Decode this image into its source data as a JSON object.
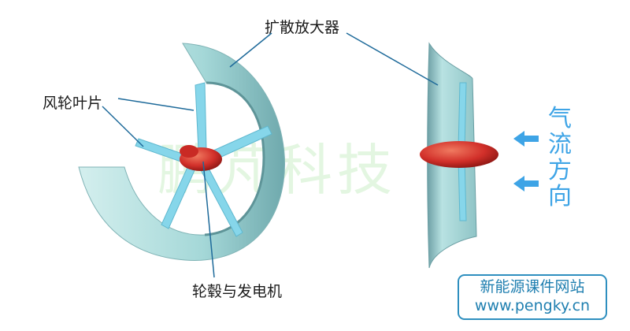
{
  "labels": {
    "diffuser": "扩散放大器",
    "blades": "风轮叶片",
    "hub_generator": "轮毂与发电机",
    "airflow_direction": [
      "气",
      "流",
      "方",
      "向"
    ]
  },
  "watermark": "鹏芃科技",
  "logo": {
    "line1": "新能源课件网站",
    "line2": "www.pengky.cn"
  },
  "colors": {
    "diffuser": "#a9dcdc",
    "blade": "#7fd3e8",
    "hub": "#d8322a",
    "leader_line": "#1e6a9a",
    "airflow": "#3ea4e6",
    "logo": "#2e8fbf"
  }
}
